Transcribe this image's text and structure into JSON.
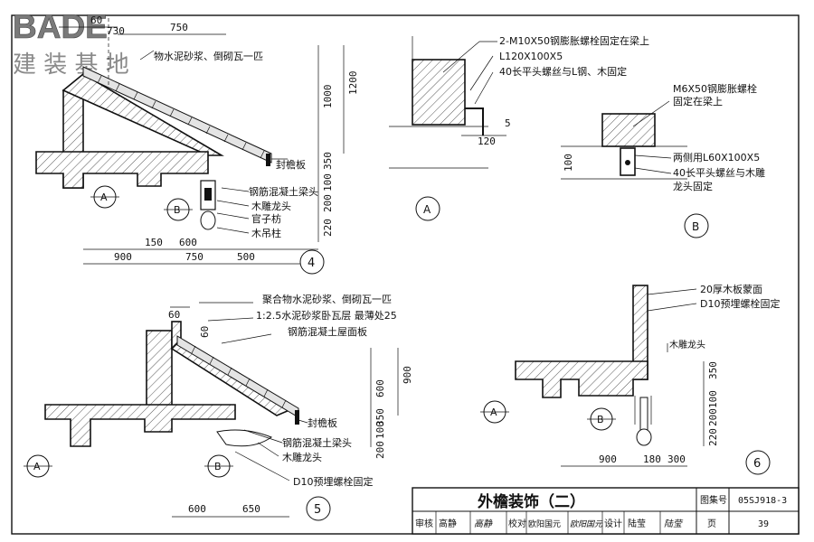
{
  "logo": {
    "latin": "BADE",
    "chinese": "建 装 基 地"
  },
  "title_block": {
    "title": "外檐装饰（二）",
    "atlas_label": "图集号",
    "atlas_no": "05SJ918-3",
    "page_label": "页",
    "page_no": "39",
    "review_label": "审核",
    "reviewer": "高静",
    "reviewer_sign": "高静",
    "check_label": "校对",
    "checker": "欧阳国元",
    "checker_sign": "欧阳国元",
    "design_label": "设计",
    "designer": "陆莹",
    "designer_sign": "陆莹"
  },
  "detail4": {
    "label_tile": "物水泥砂浆、倒砌瓦一匹",
    "label_board": "封檐板",
    "label_beam": "钢筋混凝土梁头",
    "label_dragon": "木雕龙头",
    "label_fang": "官子枋",
    "label_column": "木吊柱",
    "dim_top_a": "60",
    "dim_top_b": "750",
    "dim_top_c": "730",
    "dim_v_1000": "1000",
    "dim_v_1200": "1200",
    "dim_v_350": "350",
    "dim_v_100": "100",
    "dim_v_200": "200",
    "dim_v_220": "220",
    "dim_b_150": "150",
    "dim_b_600": "600",
    "dim_b_900": "900",
    "dim_b_750": "750",
    "dim_b_500": "500",
    "circle_a": "A",
    "circle_b": "B",
    "number": "4"
  },
  "detailA": {
    "label_bolt": "2-M10X50钢膨胀螺栓固定在梁上",
    "label_angle": "L120X100X5",
    "label_screw": "40长平头螺丝与L钢、木固定",
    "dim_120": "120",
    "dim_5": "5",
    "circle": "A"
  },
  "detailB": {
    "label_bolt_1": "M6X50钢膨胀螺栓",
    "label_bolt_2": "固定在梁上",
    "label_angle": "两侧用L60X100X5",
    "label_screw_1": "40长平头螺丝与木雕",
    "label_screw_2": "龙头固定",
    "dim_100": "100",
    "circle": "B"
  },
  "detail5": {
    "label_tile": "聚合物水泥砂浆、倒砌瓦一匹",
    "label_mortar": "1:2.5水泥砂浆卧瓦层  最薄处25",
    "label_slab": "钢筋混凝土屋面板",
    "label_board": "封檐板",
    "label_beam": "钢筋混凝土梁头",
    "label_dragon": "木雕龙头",
    "label_bolt": "D10预埋螺栓固定",
    "dim_60a": "60",
    "dim_60b": "60",
    "dim_v_900": "900",
    "dim_v_600": "600",
    "dim_v_350": "350",
    "dim_v_100": "100",
    "dim_v_200": "200",
    "dim_b_600": "600",
    "dim_b_650": "650",
    "circle_a": "A",
    "circle_b": "B",
    "number": "5"
  },
  "detail6": {
    "label_board": "20厚木板蒙面",
    "label_bolt": "D10预埋螺栓固定",
    "label_dragon": "木雕龙头",
    "dim_v_350": "350",
    "dim_v_100": "100",
    "dim_v_200": "200",
    "dim_v_220": "220",
    "dim_b_900": "900",
    "dim_b_180": "180",
    "dim_b_300": "300",
    "circle_a": "A",
    "circle_b": "B",
    "number": "6"
  }
}
